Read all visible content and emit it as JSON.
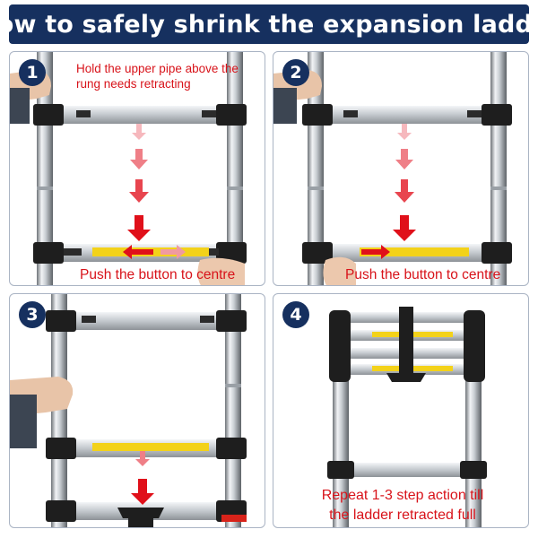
{
  "header": {
    "title": "How to safely shrink the expansion ladder"
  },
  "colors": {
    "header_bg": "#16305f",
    "badge_bg": "#16305f",
    "caption_red": "#d8131a",
    "arrow_red": "#e0101a"
  },
  "steps": [
    {
      "number": "1",
      "caption_top": "Hold the upper pipe above the rung needs retracting",
      "caption_bottom": "Push the button to centre"
    },
    {
      "number": "2",
      "caption_bottom": "Push the button to centre"
    },
    {
      "number": "3"
    },
    {
      "number": "4",
      "caption_line1": "Repeat 1-3 step action till",
      "caption_line2": "the ladder retracted full"
    }
  ],
  "icons": [
    "down-arrow-icon",
    "left-arrow-icon",
    "right-arrow-icon"
  ]
}
